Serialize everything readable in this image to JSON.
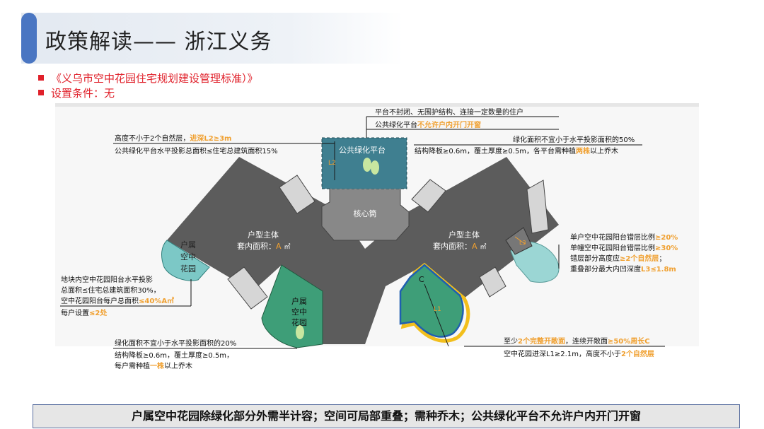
{
  "header": {
    "title": "政策解读—— 浙江义务"
  },
  "bullets": [
    "《义乌市空中花园住宅规划建设管理标准）》",
    "设置条件：无"
  ],
  "diagram": {
    "core_label": "核心筒",
    "public_platform_label": "公共绿化平台",
    "l2_label": "L2",
    "unit_left_label": "户型主体",
    "unit_left_area_prefix": "套内面积：",
    "unit_left_area_a": "A",
    "unit_left_area_unit": "㎡",
    "unit_right_label": "户型主体",
    "unit_right_area_prefix": "套内面积：",
    "unit_right_area_a": "A",
    "unit_right_area_unit": "㎡",
    "garden_left_label": "户属空中花园",
    "garden_mid_label": "户属空中花园",
    "c_label": "C",
    "l1_label": "L1",
    "l3_label": "L3",
    "notes": {
      "top_line1": "平台不封闭、无围护结构、连接一定数量的住户",
      "top_line2_prefix": "公共绿化平台",
      "top_line2_highlight": "不允许户内开门开窗",
      "left1_line1_prefix": "高度不小于2个自然层，",
      "left1_line1_highlight": "进深L2≥3m",
      "left1_line2": "公共绿化平台水平投影总面积≤住宅总建筑面积15%",
      "right1_line1": "绿化面积不宜小于水平投影面积的50%",
      "right1_line2_prefix": "结构降板≥0.6m，覆土厚度≥0.5m，各平台需种植",
      "right1_line2_highlight": "两株",
      "right1_line2_suffix": "以上乔木",
      "right2_line1_prefix": "单户空中花园阳台错层比例",
      "right2_line1_highlight": "≥20%",
      "right2_line2_prefix": "单幢空中花园阳台错层比例",
      "right2_line2_highlight": "≥30%",
      "right2_line3_prefix": "错层部分高度应",
      "right2_line3_highlight": "≥2个自然层",
      "right2_line3_suffix": "；",
      "right2_line4_prefix": "重叠部分最大内凹深度",
      "right2_line4_highlight": "L3≤1.8m",
      "left2_line1": "地块内空中花园阳台水平投影",
      "left2_line2": "总面积≤住宅总建筑面积30%，",
      "left2_line3_prefix": "空中花园阳台每户总面积",
      "left2_line3_highlight": "≤40%A㎡",
      "left2_line4_prefix": "每户设置",
      "left2_line4_highlight": "≤2处",
      "left3_line1": "绿化面积不宜小于水平投影面积的20%",
      "left3_line2": "结构降板≥0.6m，覆土厚度≥0.5m，",
      "left3_line3_prefix": "每户需种植",
      "left3_line3_highlight": "一株",
      "left3_line3_suffix": "以上乔木",
      "right3_line1_prefix": "至少",
      "right3_line1_highlight1": "2个完整开敞面",
      "right3_line1_mid": "，连续开敞面",
      "right3_line1_highlight2": "≥50%周长C",
      "right3_line2_prefix": "空中花园进深L1≥2.1m，高度不小于",
      "right3_line2_highlight": "2个自然层"
    }
  },
  "footer": {
    "summary": "户属空中花园除绿化部分外需半计容；空间可局部重叠；需种乔木；公共绿化平台不允许户内开门开窗"
  },
  "colors": {
    "accent_blue": "#4a76c2",
    "bullet_red": "#e0202a",
    "highlight_orange": "#f0a030",
    "building_gray": "#5c5c5c",
    "core_gray": "#888888",
    "garden_teal": "#7cc8c6",
    "garden_green": "#3e9e78",
    "outline_blue": "#1f5fb0",
    "outline_yellow": "#f2bf1c"
  }
}
